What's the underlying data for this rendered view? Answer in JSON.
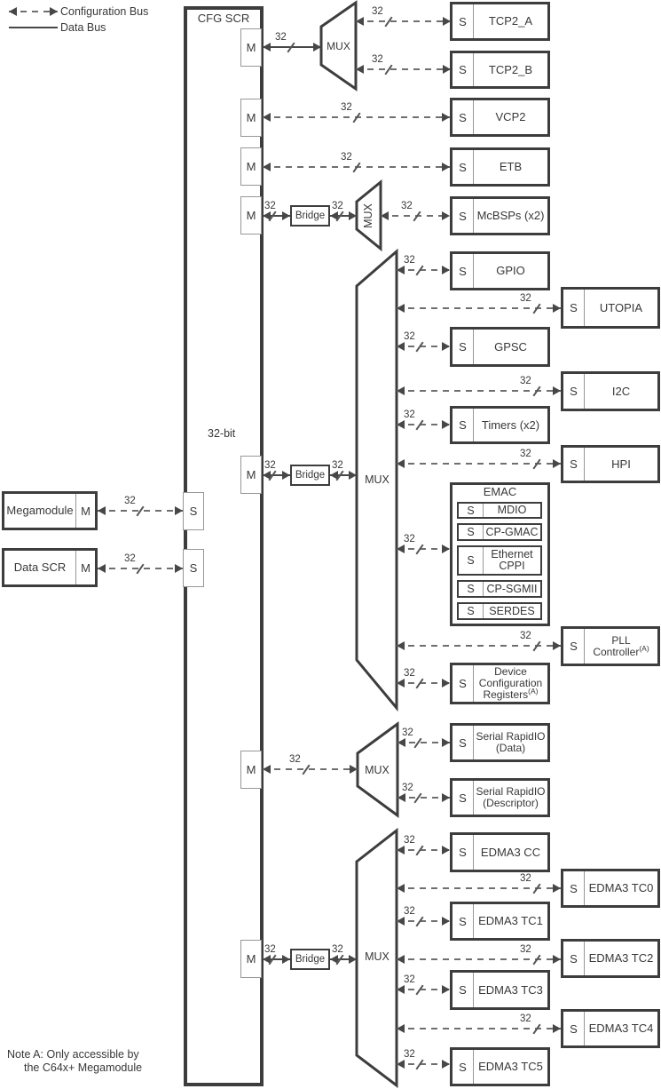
{
  "legend": {
    "configuration_bus": "Configuration Bus",
    "data_bus": "Data Bus"
  },
  "labels": {
    "bus32": "32",
    "mux": "MUX",
    "bridge": "Bridge",
    "m": "M",
    "s": "S"
  },
  "cfg_scr": {
    "title": "CFG SCR",
    "bus_width": "32-bit"
  },
  "left_modules": {
    "megamodule": "Megamodule",
    "data_scr": "Data SCR"
  },
  "peripherals": {
    "tcp2_a": "TCP2_A",
    "tcp2_b": "TCP2_B",
    "vcp2": "VCP2",
    "etb": "ETB",
    "mcbsps": "McBSPs (x2)",
    "gpio": "GPIO",
    "utopia": "UTOPIA",
    "gpsc": "GPSC",
    "i2c": "I2C",
    "timers": "Timers (x2)",
    "hpi": "HPI",
    "pll_line1": "PLL",
    "pll_line2": "Controller",
    "pll_sup": "(A)",
    "devcfg_line1": "Device",
    "devcfg_line2": "Configuration",
    "devcfg_line3": "Registers",
    "devcfg_sup": "(A)",
    "srio_data_line1": "Serial RapidIO",
    "srio_data_line2": "(Data)",
    "srio_desc_line1": "Serial RapidIO",
    "srio_desc_line2": "(Descriptor)",
    "edma3_cc": "EDMA3 CC",
    "edma3_tc0": "EDMA3 TC0",
    "edma3_tc1": "EDMA3 TC1",
    "edma3_tc2": "EDMA3 TC2",
    "edma3_tc3": "EDMA3 TC3",
    "edma3_tc4": "EDMA3 TC4",
    "edma3_tc5": "EDMA3 TC5"
  },
  "emac": {
    "title": "EMAC",
    "mdio": "MDIO",
    "cp_gmac": "CP-GMAC",
    "cppi_line1": "Ethernet",
    "cppi_line2": "CPPI",
    "cp_sgmii": "CP-SGMII",
    "serdes": "SERDES"
  },
  "note": {
    "line1": "Note A: Only accessible by",
    "line2": "the C64x+ Megamodule"
  },
  "colors": {
    "box_border": "#3d3d3d",
    "solid_line": "#474747",
    "dashed_line": "#6f6f6f",
    "port_border": "#979797",
    "text": "#383838"
  }
}
